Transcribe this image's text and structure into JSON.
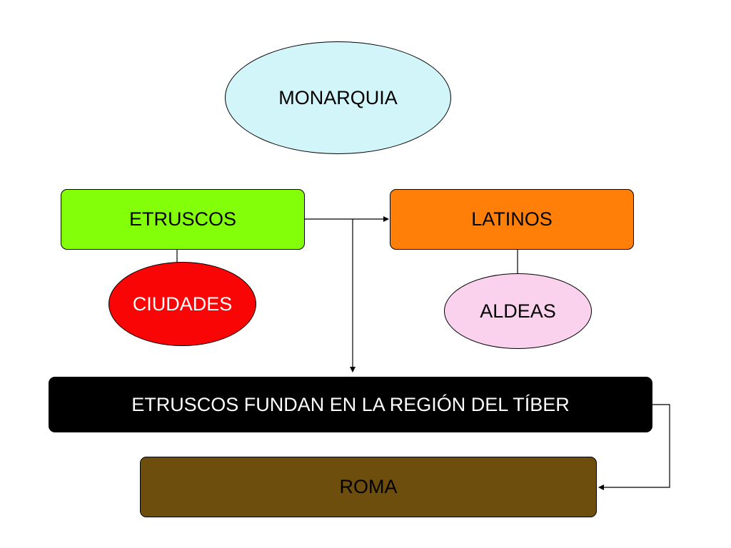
{
  "nodes": {
    "monarquia": {
      "label": "MONARQUIA",
      "fill": "#d2f5fa",
      "text_color": "#000000"
    },
    "etruscos": {
      "label": "ETRUSCOS",
      "fill": "#84ff0a",
      "text_color": "#000000"
    },
    "latinos": {
      "label": "LATINOS",
      "fill": "#ff7f08",
      "text_color": "#000000"
    },
    "ciudades": {
      "label": "CIUDADES",
      "fill": "#fa0505",
      "text_color": "#ffffff"
    },
    "aldeas": {
      "label": "ALDEAS",
      "fill": "#fbd2ee",
      "text_color": "#000000"
    },
    "fundan": {
      "label": "ETRUSCOS FUNDAN EN LA REGIÓN DEL TÍBER",
      "fill": "#000000",
      "text_color": "#ffffff"
    },
    "roma": {
      "label": "ROMA",
      "fill": "#6e4e0d",
      "text_color": "#000000"
    }
  },
  "edges": [
    {
      "from": "etruscos",
      "to": "latinos",
      "arrow": true
    },
    {
      "from": "etruscos",
      "to": "fundan",
      "arrow": true
    },
    {
      "from": "etruscos",
      "to": "ciudades",
      "arrow": false
    },
    {
      "from": "latinos",
      "to": "aldeas",
      "arrow": false
    },
    {
      "from": "fundan",
      "to": "roma",
      "arrow": true
    }
  ]
}
